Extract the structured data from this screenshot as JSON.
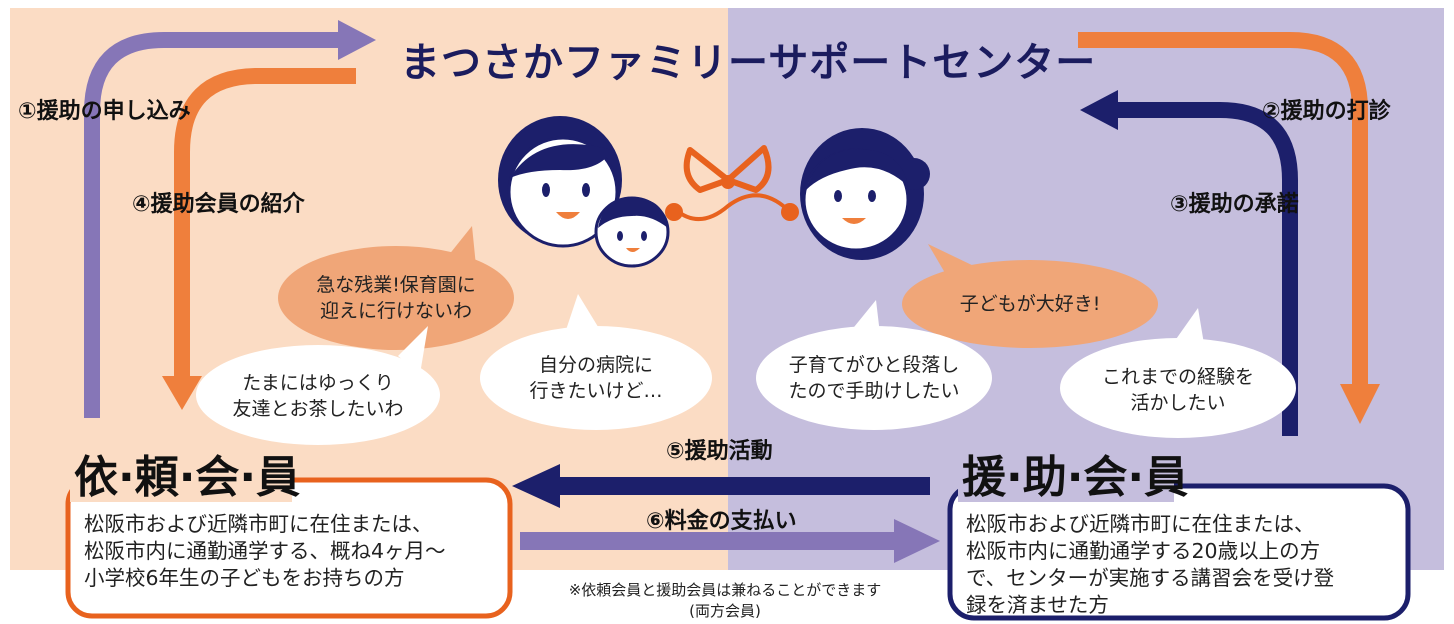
{
  "title": "まつさかファミリーサポートセンター",
  "steps": {
    "s1": "①援助の申し込み",
    "s2": "②援助の打診",
    "s3": "③援助の承諾",
    "s4": "④援助会員の紹介",
    "s5": "⑤援助活動",
    "s6": "⑥料金の支払い"
  },
  "bubbles": {
    "b1": "急な残業!保育園に\n迎えに行けないわ",
    "b2": "たまにはゆっくり\n友達とお茶したいわ",
    "b3": "自分の病院に\n行きたいけど…",
    "b4": "子どもが大好き!",
    "b5": "子育てがひと段落し\nたので手助けしたい",
    "b6": "これまでの経験を\n活かしたい"
  },
  "requester": {
    "heading": "依·頼·会·員",
    "desc": "松阪市および近隣市町に在住または、\n松阪市内に通勤通学する、概ね4ヶ月〜\n小学校6年生の子どもをお持ちの方"
  },
  "helper": {
    "heading": "援·助·会·員",
    "desc": "松阪市および近隣市町に在住または、\n松阪市内に通勤通学する20歳以上の方\nで、センターが実施する講習会を受け登\n録を済ませた方"
  },
  "note": "※依頼会員と援助会員は兼ねることができます\n(両方会員)",
  "colors": {
    "left_bg": "#fbdcc4",
    "right_bg": "#c5bedd",
    "purple": "#8676b7",
    "orange": "#ef7f3c",
    "navy": "#1c1f6b",
    "red_orange": "#e8621e"
  }
}
